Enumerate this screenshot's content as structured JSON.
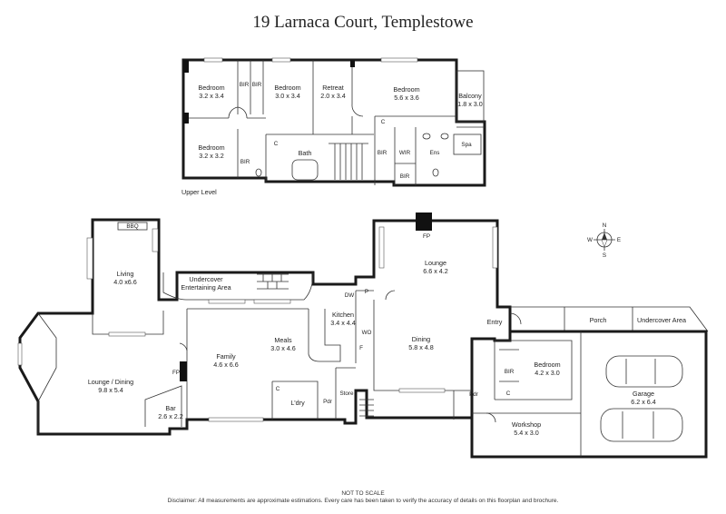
{
  "title": "19 Larnaca Court, Templestowe",
  "upper_level_label": "Upper Level",
  "rooms": {
    "bed1": {
      "name": "Bedroom",
      "size": "3.2 x 3.4"
    },
    "bed2": {
      "name": "Bedroom",
      "size": "3.0 x 3.4"
    },
    "retreat": {
      "name": "Retreat",
      "size": "2.0 x 3.4"
    },
    "bed_master": {
      "name": "Bedroom",
      "size": "5.6 x 3.6"
    },
    "balcony": {
      "name": "Balcony",
      "size": "1.8 x 3.0"
    },
    "bed3": {
      "name": "Bedroom",
      "size": "3.2 x 3.2"
    },
    "bath": {
      "name": "Bath"
    },
    "wir": {
      "name": "WIR"
    },
    "ens": {
      "name": "Ens"
    },
    "spa": {
      "name": "Spa"
    },
    "living": {
      "name": "Living",
      "size": "4.0 x6.6"
    },
    "bbq": {
      "name": "BBQ"
    },
    "undercover": {
      "name": "Undercover",
      "name2": "Entertaining Area"
    },
    "kitchen": {
      "name": "Kitchen",
      "size": "3.4 x 4.4"
    },
    "lounge": {
      "name": "Lounge",
      "size": "6.6 x 4.2"
    },
    "meals": {
      "name": "Meals",
      "size": "3.0 x 4.6"
    },
    "family": {
      "name": "Family",
      "size": "4.6 x 6.6"
    },
    "dining": {
      "name": "Dining",
      "size": "5.8 x 4.8"
    },
    "lounge_dining": {
      "name": "Lounge / Dining",
      "size": "9.8 x 5.4"
    },
    "bar": {
      "name": "Bar",
      "size": "2.6 x 2.2"
    },
    "laundry": {
      "name": "L'dry"
    },
    "store": {
      "name": "Store"
    },
    "entry": {
      "name": "Entry"
    },
    "porch": {
      "name": "Porch"
    },
    "undercover_area": {
      "name": "Undercover Area"
    },
    "bed_ground": {
      "name": "Bedroom",
      "size": "4.2 x 3.0"
    },
    "garage": {
      "name": "Garage",
      "size": "6.2 x 6.4"
    },
    "workshop": {
      "name": "Workshop",
      "size": "5.4 x 3.0"
    }
  },
  "fixtures": {
    "bir": "BIR",
    "c": "C",
    "fp": "FP",
    "dw": "DW",
    "p": "P",
    "wo": "WO",
    "f": "F",
    "pdr": "Pdr"
  },
  "compass": {
    "n": "N",
    "s": "S",
    "e": "E",
    "w": "W"
  },
  "footer": {
    "line1": "NOT TO SCALE",
    "line2": "Disclaimer: All measurements are approximate estimations. Every care has been taken to verify the accuracy of details on this floorplan and brochure."
  }
}
